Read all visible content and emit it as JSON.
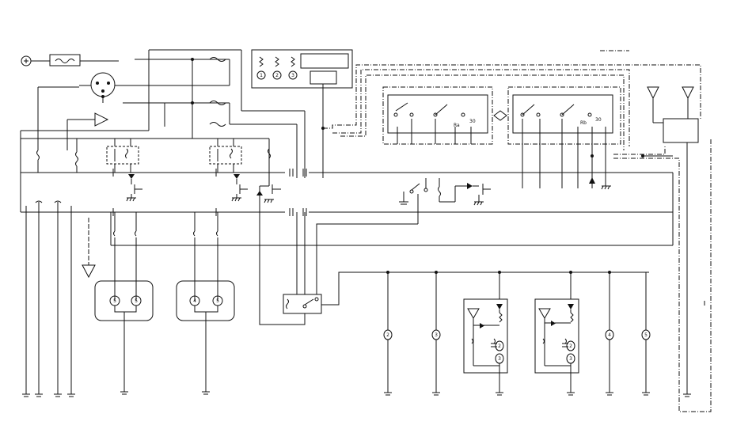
{
  "diagram": {
    "labels": {
      "relay_1_code": "Ra",
      "relay_2_code": "Rb",
      "switch_a_code": "30",
      "switch_b_code": "30"
    },
    "connector_pins": {
      "left_pair_a": "5",
      "left_pair_b": "5",
      "right_pair_a": "4",
      "right_pair_b": "5",
      "bottom_1": "2",
      "bottom_2": "3",
      "bottom_3": "4",
      "bottom_4": "5",
      "module_a_top": "2",
      "module_a_bottom": "3",
      "module_b_top": "2",
      "module_b_bottom": "3",
      "top_meter_1": "1",
      "top_meter_2": "2",
      "top_meter_3": "3"
    },
    "icons": [
      "battery-icon",
      "fuse-icon",
      "antenna-icon",
      "ground-icon",
      "relay-icon",
      "diode-icon",
      "lamp-icon",
      "speaker-icon"
    ]
  }
}
